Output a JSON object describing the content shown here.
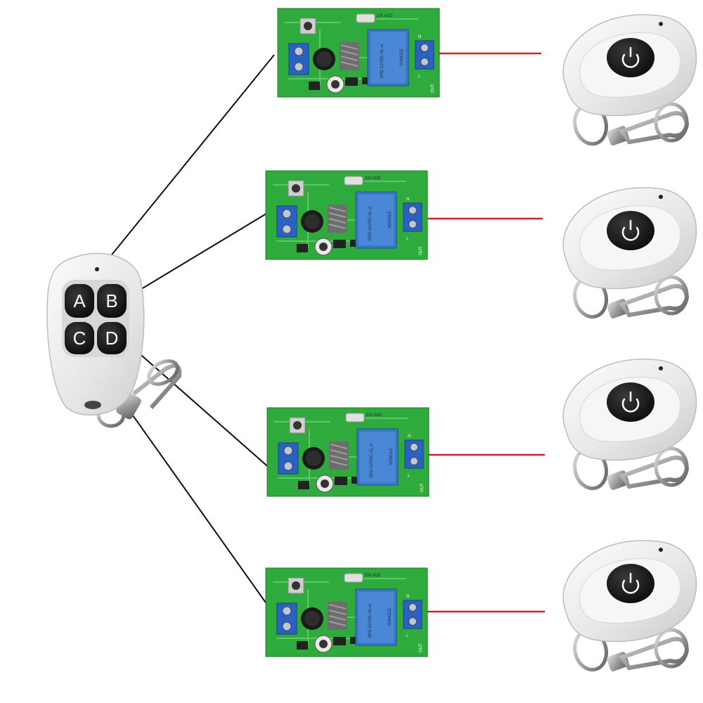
{
  "colors": {
    "background": "#ffffff",
    "link_line": "#111111",
    "output_line": "#cc2222",
    "pcb_green": "#2faa3c",
    "relay_blue": "#3a78c8",
    "terminal_blue": "#2a62c4",
    "remote_body": "#efefef",
    "button_black": "#151515"
  },
  "main_remote": {
    "buttons": [
      {
        "label": "A"
      },
      {
        "label": "B"
      },
      {
        "label": "C"
      },
      {
        "label": "D"
      }
    ]
  },
  "receivers": [
    {
      "brand": "JJX ADC",
      "relay_label": "SRD-12VDC-SL-A",
      "relay_brand": "SONGLE",
      "terminal_n": "N",
      "terminal_l": "L",
      "out_label": "OUT"
    },
    {
      "brand": "JJX ADC",
      "relay_label": "SRD-12VDC-SL-A",
      "relay_brand": "SONGLE",
      "terminal_n": "N",
      "terminal_l": "L",
      "out_label": "OUT"
    },
    {
      "brand": "JJX ADC",
      "relay_label": "SRD-12VDC-SL-A",
      "relay_brand": "SONGLE",
      "terminal_n": "N",
      "terminal_l": "L",
      "out_label": "OUT"
    },
    {
      "brand": "JJX ADC",
      "relay_label": "SRD-12VDC-SL-A",
      "relay_brand": "SONGLE",
      "terminal_n": "N",
      "terminal_l": "L",
      "out_label": "OUT"
    }
  ],
  "single_remotes": [
    {
      "button_icon": "power-icon"
    },
    {
      "button_icon": "power-icon"
    },
    {
      "button_icon": "power-icon"
    },
    {
      "button_icon": "power-icon"
    }
  ]
}
